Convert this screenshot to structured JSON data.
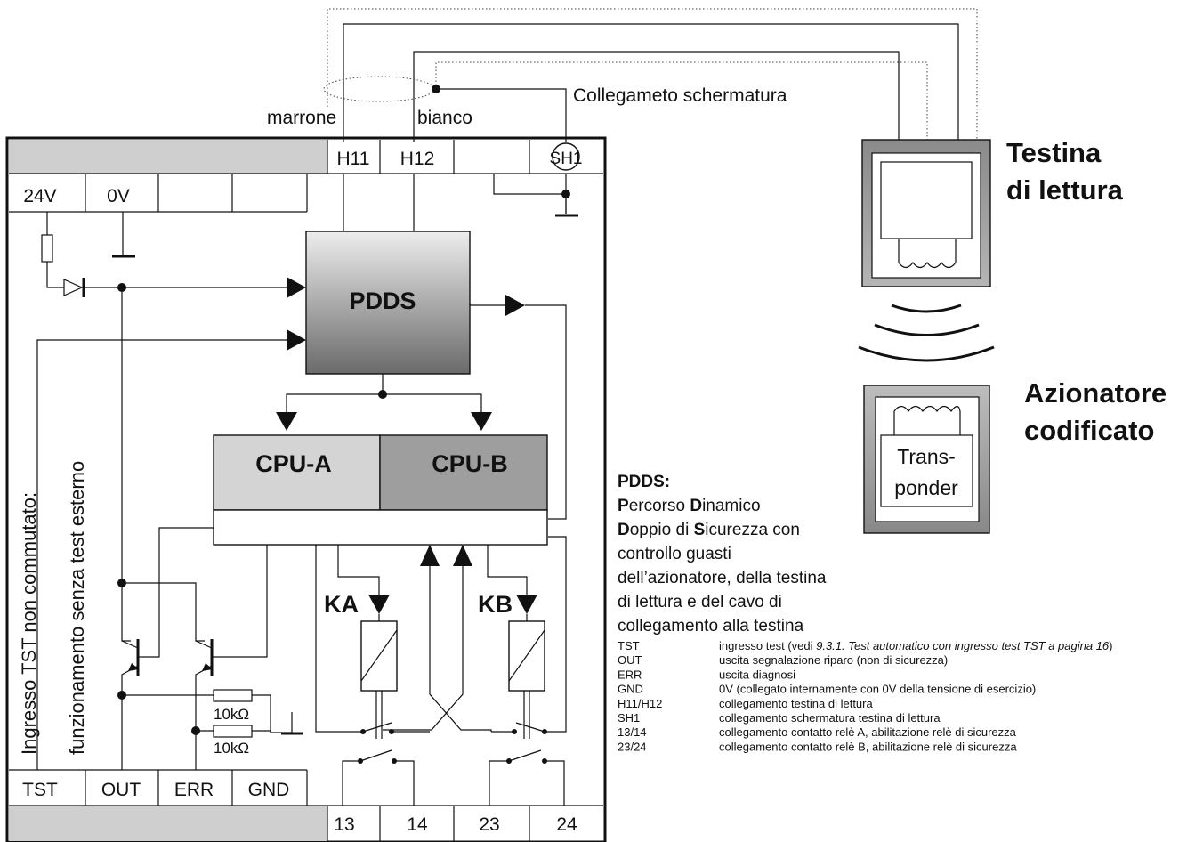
{
  "terminals_top": {
    "h11": "H11",
    "h12": "H12",
    "sh1": "SH1",
    "v24": "24V",
    "v0": "0V"
  },
  "terminals_bottom": {
    "tst": "TST",
    "out": "OUT",
    "err": "ERR",
    "gnd": "GND",
    "t13": "13",
    "t14": "14",
    "t23": "23",
    "t24": "24"
  },
  "wires": {
    "marrone": "marrone",
    "bianco": "bianco",
    "shield": "Collegameto schermatura"
  },
  "blocks": {
    "pdds": "PDDS",
    "cpu_a": "CPU-A",
    "cpu_b": "CPU-B",
    "ka": "KA",
    "kb": "KB",
    "r1": "10kΩ",
    "r2": "10kΩ"
  },
  "vertical": {
    "line1": "Ingresso TST non commutato:",
    "line2": "funzionamento senza test esterno"
  },
  "device": {
    "head_line1": "Testina",
    "head_line2": "di lettura",
    "act_line1": "Azionatore",
    "act_line2": "codificato",
    "transponder_line1": "Trans-",
    "transponder_line2": "ponder"
  },
  "pdds_desc": {
    "title": "PDDS:",
    "l1_b1": "P",
    "l1_r1": "ercorso ",
    "l1_b2": "D",
    "l1_r2": "inamico",
    "l2_b1": "D",
    "l2_r1": "oppio di ",
    "l2_b2": "S",
    "l2_r2": "icurezza con",
    "l3": "controllo guasti",
    "l4": "dell’azionatore, della testina",
    "l5": "di lettura e del cavo di",
    "l6": "collegamento alla testina"
  },
  "legend": [
    {
      "key": "TST",
      "pre": "ingresso test (vedi ",
      "italic": "9.3.1. Test automatico con ingresso test TST a pagina 16",
      "post": ")"
    },
    {
      "key": "OUT",
      "pre": "uscita segnalazione riparo (non di sicurezza)",
      "italic": "",
      "post": ""
    },
    {
      "key": "ERR",
      "pre": "uscita diagnosi",
      "italic": "",
      "post": ""
    },
    {
      "key": "GND",
      "pre": "0V (collegato internamente con 0V della tensione di esercizio)",
      "italic": "",
      "post": ""
    },
    {
      "key": "H11/H12",
      "pre": "collegamento testina di lettura",
      "italic": "",
      "post": ""
    },
    {
      "key": "SH1",
      "pre": "collegamento schermatura testina di lettura",
      "italic": "",
      "post": ""
    },
    {
      "key": "13/14",
      "pre": "collegamento contatto relè A, abilitazione relè di sicurezza",
      "italic": "",
      "post": ""
    },
    {
      "key": "23/24",
      "pre": "collegamento contatto relè B, abilitazione relè di sicurezza",
      "italic": "",
      "post": ""
    }
  ],
  "colors": {
    "panel_gray": "#cfcfcf",
    "head_gray": "#9a9a9a"
  }
}
